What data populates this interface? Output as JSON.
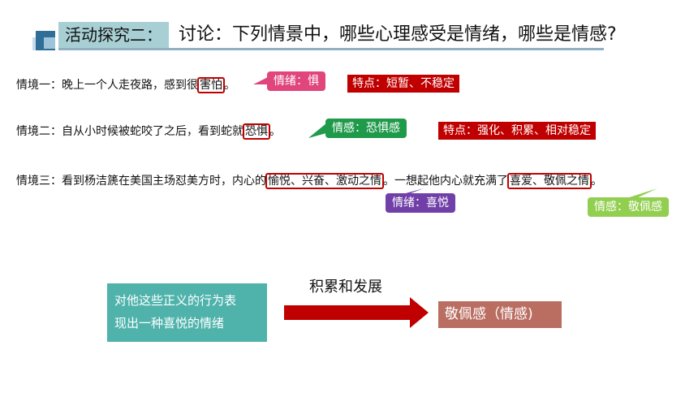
{
  "header": {
    "tag": "活动探究二：",
    "title": "讨论：下列情景中，哪些心理感受是情绪，哪些是情感?"
  },
  "scene1": {
    "before": "情境一：晚上一个人走夜路，感到很",
    "highlight": "害怕",
    "after": "。",
    "callout": "情绪：惧",
    "feature": "特点：短暂、不稳定"
  },
  "scene2": {
    "before": "情境二：自从小时候被蛇咬了之后，看到蛇就",
    "highlight": "恐惧",
    "after": "。",
    "callout": "情感：恐惧感",
    "feature": "特点：强化、积累、相对稳定"
  },
  "scene3": {
    "before": "情境三：看到杨洁篪在美国主场怼美方时，内心的",
    "highlight1": "愉悦、兴奋、激动之情",
    "middle": "。一想起他内心就充满了",
    "highlight2": "喜爱、敬佩之情",
    "after": "。",
    "callout1": "情绪：喜悦",
    "callout2": "情感：敬佩感"
  },
  "bottom": {
    "source_line1": "对他这些正义的行为表",
    "source_line2": "现出一种喜悦的情绪",
    "arrow_label": "积累和发展",
    "result": "敬佩感（情感)"
  },
  "colors": {
    "pink": "#e0457b",
    "green": "#1f9a4a",
    "purple": "#7040a8",
    "lime": "#92cf50",
    "red": "#c00000",
    "teal": "#4fb3ac",
    "brown": "#ba6e62"
  }
}
